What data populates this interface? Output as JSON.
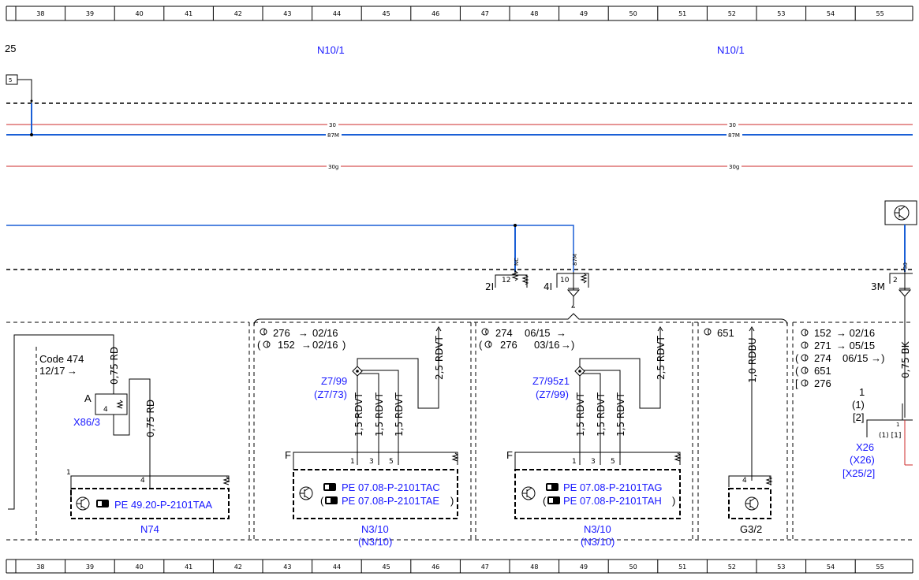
{
  "ruler": {
    "columns": [
      "38",
      "39",
      "40",
      "41",
      "42",
      "43",
      "44",
      "45",
      "46",
      "47",
      "48",
      "49",
      "50",
      "51",
      "52",
      "53",
      "54",
      "55"
    ]
  },
  "top_labels": {
    "left_partial": "25",
    "n10_left": "N10/1",
    "n10_right": "N10/1"
  },
  "busbars": {
    "b30": "30",
    "b87m": "87M",
    "b30g": "30g",
    "b30_2": "30",
    "b87m_2": "87M",
    "b30g_2": "30g",
    "box_left": "5"
  },
  "fuses": {
    "f2i": "2I",
    "f2i_pin": "12",
    "f2i_wire": "NC",
    "f4i": "4I",
    "f4i_pin": "10",
    "f4i_wire": "87M",
    "f3m": "3M",
    "f3m_pin": "2",
    "f3m_wire": "30"
  },
  "n74_section": {
    "code": "Code 474",
    "code_ref": "12/17",
    "wire1": "0,75 RD",
    "wire2": "0,75 RD",
    "connector_letter": "A",
    "connector_pin": "4",
    "connector_name": "X86/3",
    "pin_top": "1",
    "pin_in": "4",
    "pe": "PE 49.20-P-2101TAA",
    "name": "N74"
  },
  "n310_a": {
    "ref1": "276",
    "ref1_to": "02/16",
    "ref2": "152",
    "ref2_to": "02/16",
    "splice": "Z7/99",
    "splice_alt": "(Z7/73)",
    "feed_wire": "2,5 RDVT",
    "w1": "1,5 RDVT",
    "w2": "1,5 RDVT",
    "w3": "1,5 RDVT",
    "frame_letter": "F",
    "p1": "1",
    "p3": "3",
    "p5": "5",
    "pe1": "PE 07.08-P-2101TAC",
    "pe2": "PE 07.08-P-2101TAE",
    "name": "N3/10",
    "name_alt": "(N3/10)"
  },
  "n310_b": {
    "ref1": "274",
    "ref1_to": "06/15",
    "ref2": "276",
    "ref2_to": "03/16",
    "splice": "Z7/95z1",
    "splice_alt": "(Z7/99)",
    "feed_wire": "2,5 RDVT",
    "w1": "1,5 RDVT",
    "w2": "1,5 RDVT",
    "w3": "1,5 RDVT",
    "frame_letter": "F",
    "p1": "1",
    "p3": "3",
    "p5": "5",
    "pe1": "PE 07.08-P-2101TAG",
    "pe2": "PE 07.08-P-2101TAH",
    "name": "N3/10",
    "name_alt": "(N3/10)"
  },
  "g32_section": {
    "ref": "651",
    "wire": "1,0 RDBU",
    "pin": "4",
    "name": "G3/2"
  },
  "x26_section": {
    "refs": [
      {
        "code": "152",
        "to": "02/16"
      },
      {
        "code": "271",
        "to": "05/15"
      },
      {
        "code": "274",
        "to": "06/15"
      },
      {
        "code": "651",
        "to": ""
      },
      {
        "code": "276",
        "to": ""
      }
    ],
    "wire": "0,75 BK",
    "pin_1": "1",
    "pin_1b": "(1)",
    "pin_2b": "[2]",
    "inner_pins": "(1) [1]",
    "inner_pin": "1",
    "name": "X26",
    "name_alt": "(X26)",
    "name_alt2": "[X25/2]"
  },
  "colors": {
    "blue_wire": "#1a5fd6",
    "red_wire": "#cc2a2a",
    "label_blue": "#1a1aff"
  }
}
